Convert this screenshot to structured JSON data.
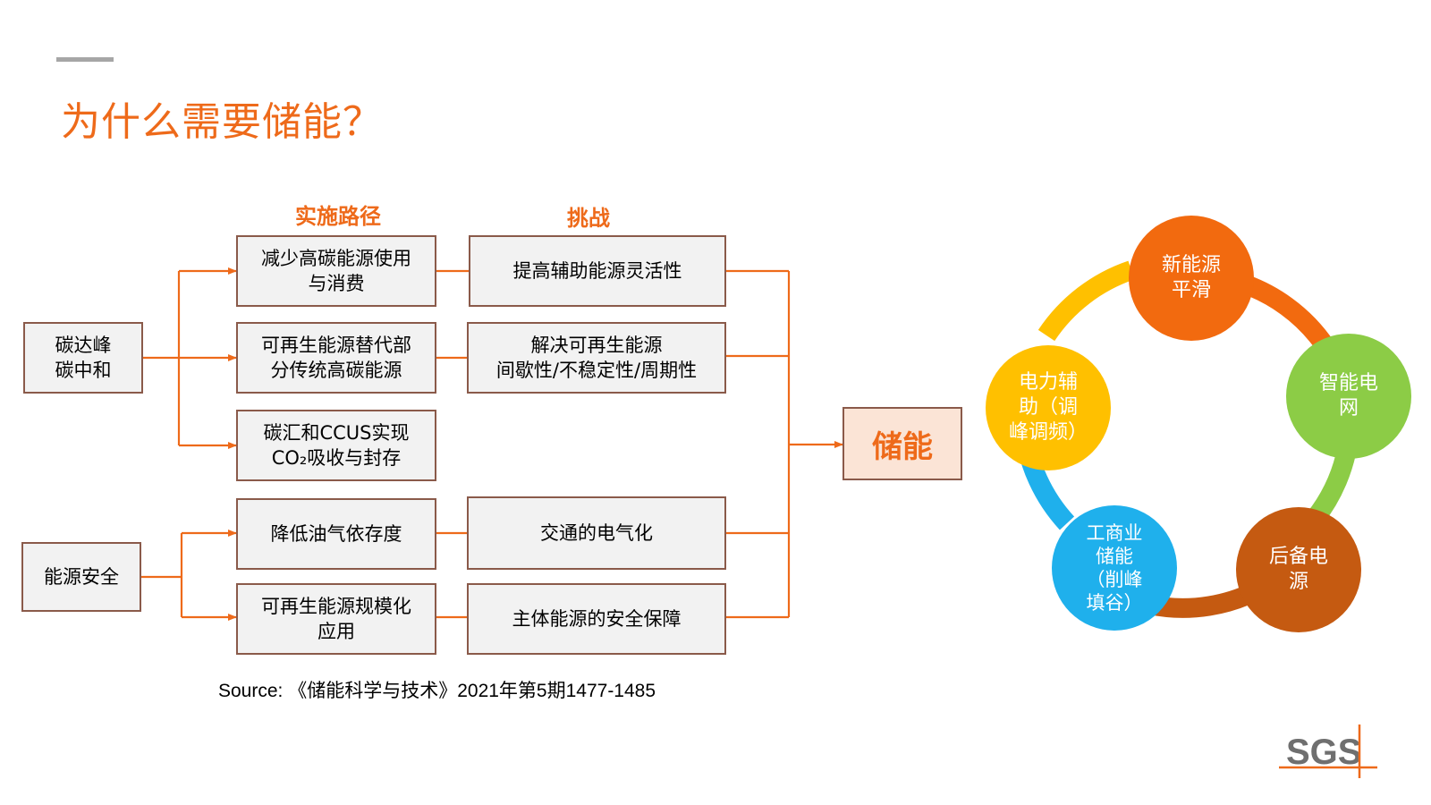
{
  "title": "为什么需要储能？",
  "headers": {
    "path": "实施路径",
    "challenge": "挑战"
  },
  "goals": {
    "carbon": "碳达峰\n碳中和",
    "security": "能源安全"
  },
  "paths": [
    "减少高碳能源使用\n与消费",
    "可再生能源替代部\n分传统高碳能源",
    "碳汇和CCUS实现\nCO₂吸收与封存",
    "降低油气依存度",
    "可再生能源规模化\n应用"
  ],
  "challenges": [
    "提高辅助能源灵活性",
    "解决可再生能源\n间歇性/不稳定性/周期性",
    "交通的电气化",
    "主体能源的安全保障"
  ],
  "result": "储能",
  "source": "Source: 《储能科学与技术》2021年第5期1477-1485",
  "cycle": [
    {
      "label": "新能源\n平滑",
      "color": "#f26a0f"
    },
    {
      "label": "智能电\n网",
      "color": "#8ccc46"
    },
    {
      "label": "后备电\n源",
      "color": "#c55a11"
    },
    {
      "label": "工商业\n储能\n（削峰\n填谷）",
      "color": "#1fb0ec"
    },
    {
      "label": "电力辅\n助（调\n峰调频）",
      "color": "#ffc000"
    }
  ],
  "logo": "SGS",
  "colors": {
    "accent": "#ee6a1a",
    "box_border": "#8a5a4a",
    "box_fill": "#f2f2f2",
    "result_fill": "#fbe4d6"
  }
}
